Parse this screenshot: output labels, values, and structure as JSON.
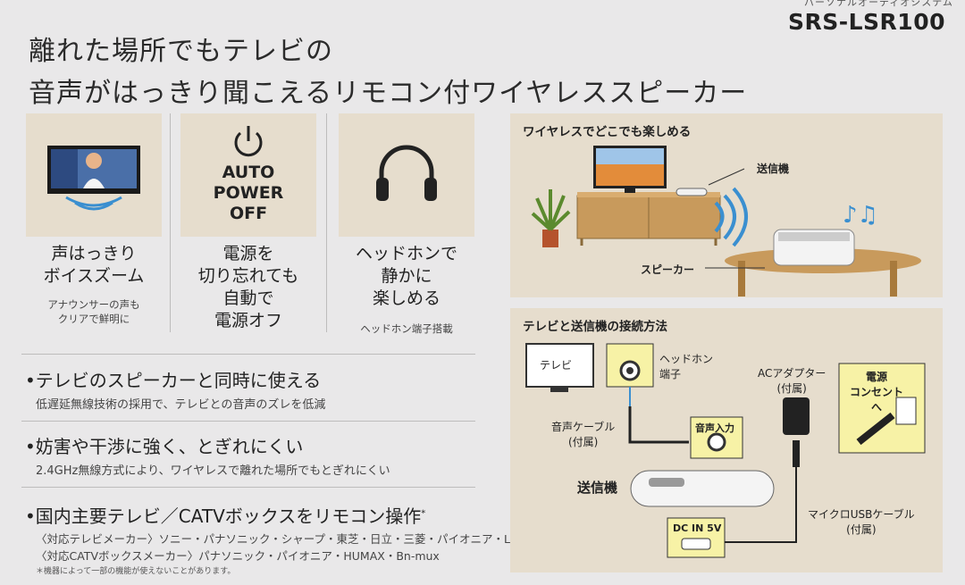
{
  "header": {
    "product_type": "パーソナルオーディオシステム",
    "model": "SRS-LSR100",
    "headline_line1": "離れた場所でもテレビの",
    "headline_line2": "音声がはっきり聞こえるリモコン付ワイヤレススピーカー"
  },
  "features": [
    {
      "title": [
        "声はっきり",
        "ボイスズーム"
      ],
      "sub": [
        "アナウンサーの声も",
        "クリアで鮮明に"
      ],
      "icon": "tv-voice-zoom-icon"
    },
    {
      "title": [
        "電源を",
        "切り忘れても",
        "自動で",
        "電源オフ"
      ],
      "sub": [],
      "icon_text": [
        "AUTO",
        "POWER",
        "OFF"
      ],
      "icon": "power-icon"
    },
    {
      "title": [
        "ヘッドホンで",
        "静かに",
        "楽しめる"
      ],
      "sub": [
        "ヘッドホン端子搭載"
      ],
      "icon": "headphones-icon"
    }
  ],
  "bullets": [
    {
      "title": "•テレビのスピーカーと同時に使える",
      "desc": "低遅延無線技術の採用で、テレビとの音声のズレを低減"
    },
    {
      "title": "•妨害や干渉に強く、とぎれにくい",
      "desc": "2.4GHz無線方式により、ワイヤレスで離れた場所でもとぎれにくい"
    },
    {
      "title": "•国内主要テレビ／CATVボックスをリモコン操作",
      "title_mark": "*"
    }
  ],
  "makers": {
    "tv": "〈対応テレビメーカー〉ソニー・パナソニック・シャープ・東芝・日立・三菱・パイオニア・LG",
    "catv": "〈対応CATVボックスメーカー〉パナソニック・パイオニア・HUMAX・Bn-mux",
    "note": "＊機器によって一部の機能が使えないことがあります。"
  },
  "wireless_panel": {
    "title": "ワイヤレスでどこでも楽しめる",
    "transmitter_label": "送信機",
    "speaker_label": "スピーカー"
  },
  "connection_panel": {
    "title": "テレビと送信機の接続方法",
    "tv_label": "テレビ",
    "headphone_jack": [
      "ヘッドホン",
      "端子"
    ],
    "ac_adapter": [
      "ACアダプター",
      "(付属)"
    ],
    "outlet": [
      "電源",
      "コンセント",
      "へ"
    ],
    "audio_cable": [
      "音声ケーブル",
      "(付属)"
    ],
    "audio_in": "音声入力",
    "transmitter": "送信機",
    "usb_cable": [
      "マイクロUSBケーブル",
      "(付属)"
    ],
    "dc_in": "DC IN 5V"
  },
  "colors": {
    "background": "#e9e8e9",
    "panel": "#e6ddcd",
    "callout": "#f7f2a6",
    "wave_blue": "#3a8fd0"
  }
}
